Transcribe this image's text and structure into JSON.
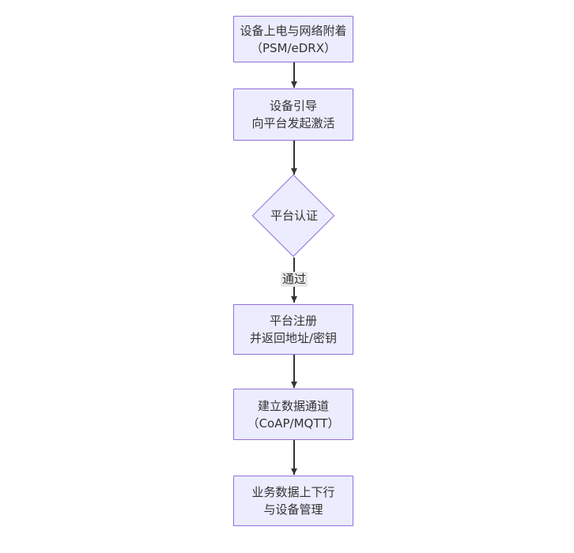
{
  "diagram": {
    "type": "flowchart",
    "direction": "top-down",
    "colors": {
      "node_fill": "#ECECFF",
      "node_border": "#9370DB",
      "arrow": "#333333",
      "text": "#333333",
      "edge_label_bg": "#e8e8e8",
      "background": "#ffffff"
    },
    "nodes": [
      {
        "id": "power-attach",
        "shape": "rect",
        "lines": [
          "设备上电与网络附着",
          "（PSM/eDRX）"
        ]
      },
      {
        "id": "bootstrap",
        "shape": "rect",
        "lines": [
          "设备引导",
          "向平台发起激活"
        ]
      },
      {
        "id": "platform-auth",
        "shape": "diamond",
        "lines": [
          "平台认证"
        ]
      },
      {
        "id": "platform-register",
        "shape": "rect",
        "lines": [
          "平台注册",
          "并返回地址/密钥"
        ]
      },
      {
        "id": "data-channel",
        "shape": "rect",
        "lines": [
          "建立数据通道",
          "（CoAP/MQTT）"
        ]
      },
      {
        "id": "business-data",
        "shape": "rect",
        "lines": [
          "业务数据上下行",
          "与设备管理"
        ]
      }
    ],
    "edges": [
      {
        "from": "power-attach",
        "to": "bootstrap",
        "label": ""
      },
      {
        "from": "bootstrap",
        "to": "platform-auth",
        "label": ""
      },
      {
        "from": "platform-auth",
        "to": "platform-register",
        "label": "通过"
      },
      {
        "from": "platform-register",
        "to": "data-channel",
        "label": ""
      },
      {
        "from": "data-channel",
        "to": "business-data",
        "label": ""
      }
    ]
  }
}
